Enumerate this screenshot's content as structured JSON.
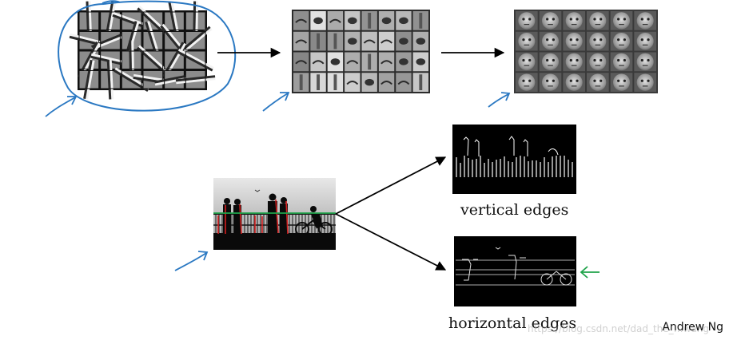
{
  "captions": {
    "vertical": "vertical edges",
    "horizontal": "horizontal edges"
  },
  "author": "Andrew Ng",
  "watermark": "https://blog.csdn.net/dad_the_…wang",
  "panels": {
    "filters": {
      "rows": 4,
      "cols": 6
    },
    "parts": {
      "rows": 4,
      "cols": 8
    },
    "faces": {
      "rows": 4,
      "cols": 6
    }
  },
  "colors": {
    "pen_annotation": "#2a78c2",
    "arrow": "#000000",
    "green_marker": "#1fa34a",
    "red_marker": "#d21f1f",
    "edge_image_bg": "#000000"
  },
  "icons": [
    "arrow-right-icon",
    "arrow-left-icon"
  ]
}
